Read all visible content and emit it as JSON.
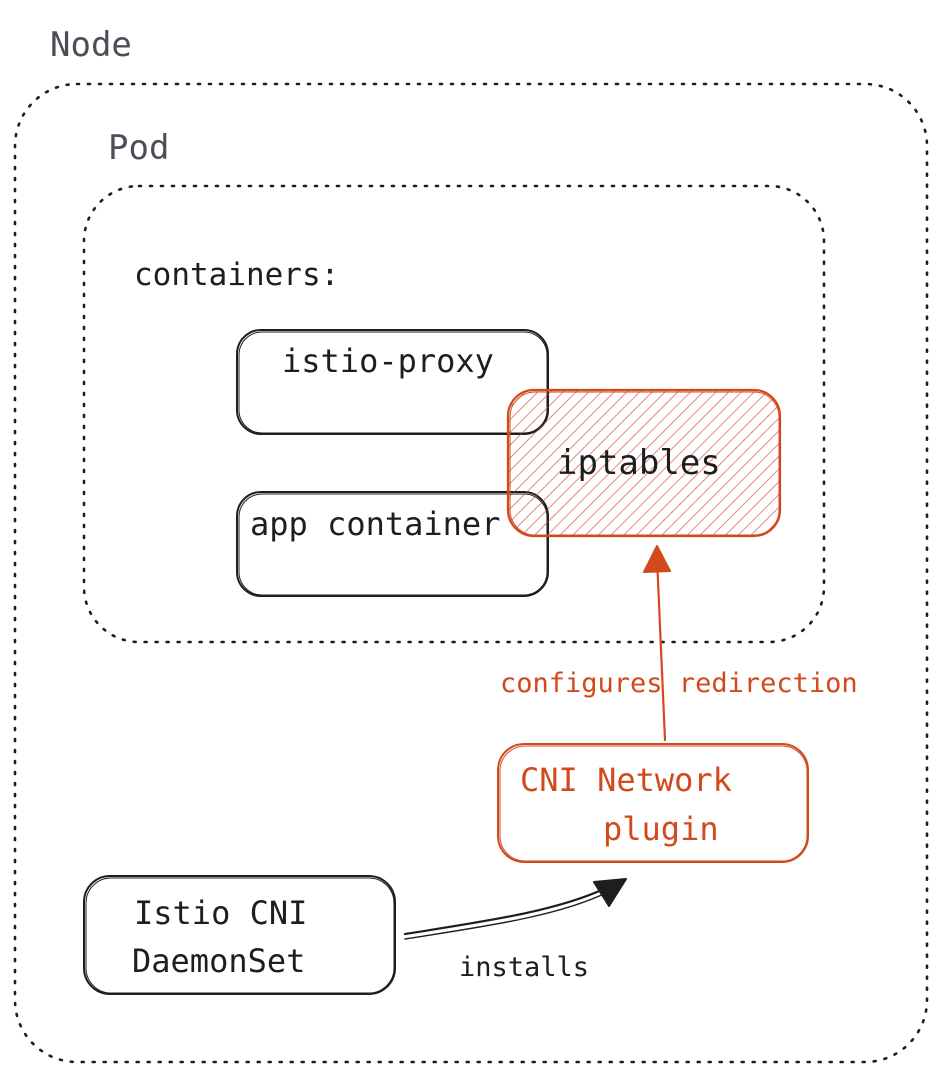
{
  "labels": {
    "node": "Node",
    "pod": "Pod",
    "containers": "containers:",
    "istio_proxy": "istio-proxy",
    "app_container": "app container",
    "iptables": "iptables",
    "configures_redirection": "configures redirection",
    "cni_plugin_line1": "CNI Network",
    "cni_plugin_line2": "plugin",
    "daemonset_line1": "Istio CNI",
    "daemonset_line2": "DaemonSet",
    "installs": "installs"
  },
  "colors": {
    "ink": "#1e1e1e",
    "grey": "#4a4f57",
    "accent": "#d2491c",
    "hatch": "#e03131"
  }
}
